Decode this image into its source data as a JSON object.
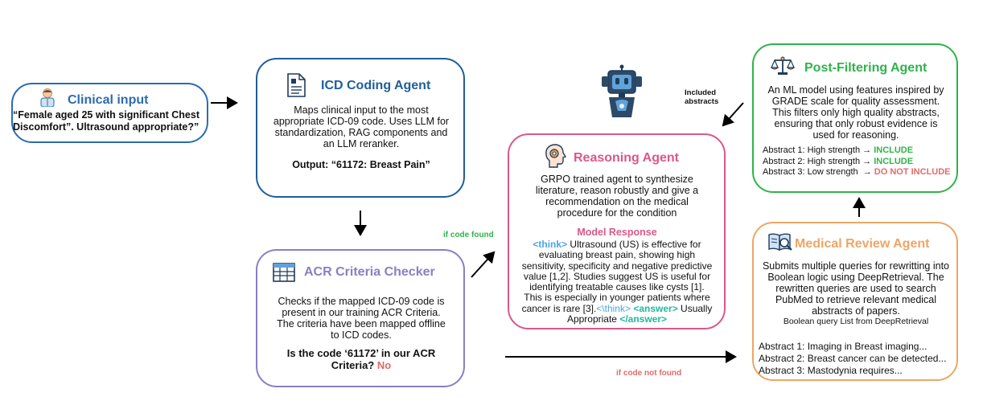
{
  "clinical": {
    "title": "Clinical input",
    "text": "“Female aged 25 with significant Chest Discomfort”. Ultrasound appropriate?”"
  },
  "icd": {
    "title": "ICD Coding Agent",
    "text": "Maps clinical input to the most appropriate ICD-09 code. Uses LLM for standardization, RAG components and an LLM reranker.",
    "output": "Output: “61172:  Breast Pain”"
  },
  "acr": {
    "title": "ACR Criteria Checker",
    "text": "Checks if the mapped ICD-09 code is present in our training ACR Criteria. The criteria have been mapped offline to ICD codes.",
    "question": "Is the code ‘61172’ in our ACR Criteria?",
    "answer": "No"
  },
  "reasoning": {
    "title": "Reasoning Agent",
    "text": "GRPO trained agent to synthesize literature, reason robustly and give a recommendation on the medical procedure for the condition",
    "response_title": "Model Response",
    "think_open": "<think>",
    "think_body": "Ultrasound (US) is effective for evaluating breast pain, showing high sensitivity, specificity and negative predictive value [1,2]. Studies suggest US is useful for identifying treatable causes like cysts [1]. This is especially in younger patients where cancer is rare [3].",
    "think_close": "<\\think>",
    "answer_open": "<answer>",
    "answer_body": "Usually Appropriate",
    "answer_close": "</answer>"
  },
  "post": {
    "title": "Post-Filtering Agent",
    "text": "An ML model using features inspired by GRADE scale for quality assessment. This filters only high quality abstracts, ensuring that only robust evidence is used for reasoning.",
    "abstracts": [
      {
        "label": "Abstract 1: High strength →",
        "verdict": "INCLUDE",
        "color": "#2fb34a"
      },
      {
        "label": "Abstract 2: High strength →",
        "verdict": "INCLUDE",
        "color": "#2fb34a"
      },
      {
        "label": "Abstract 3: Low strength  →",
        "verdict": "DO NOT INCLUDE",
        "color": "#e26a6a"
      }
    ]
  },
  "review": {
    "title": "Medical Review Agent",
    "text": "Submits multiple queries for rewritting into Boolean logic using DeepRetrieval. The rewritten queries are  used to search PubMed to retrieve relevant medical abstracts of papers.",
    "list_title": "Boolean query List from DeepRetrieval",
    "abstracts": [
      "Abstract 1: Imaging in Breast imaging...",
      "Abstract 2: Breast cancer can be detected...",
      "Abstract 3: Mastodynia requires..."
    ]
  },
  "labels": {
    "included": "Included abstracts",
    "code_found": "if code found",
    "code_not_found": "if code not found"
  },
  "colors": {
    "clinical": "#2b6cb0",
    "icd": "#1f5f99",
    "acr": "#8c7ec4",
    "reasoning": "#d9588a",
    "post": "#2fb34a",
    "review": "#eda566",
    "green": "#2fb34a",
    "red": "#e26a6a",
    "think": "#4aa6e8",
    "answer_tag": "#22b89a"
  },
  "icons": [
    "doctor-icon",
    "document-icon",
    "table-icon",
    "brain-gear-icon",
    "robot-icon",
    "scales-icon",
    "book-search-icon"
  ]
}
